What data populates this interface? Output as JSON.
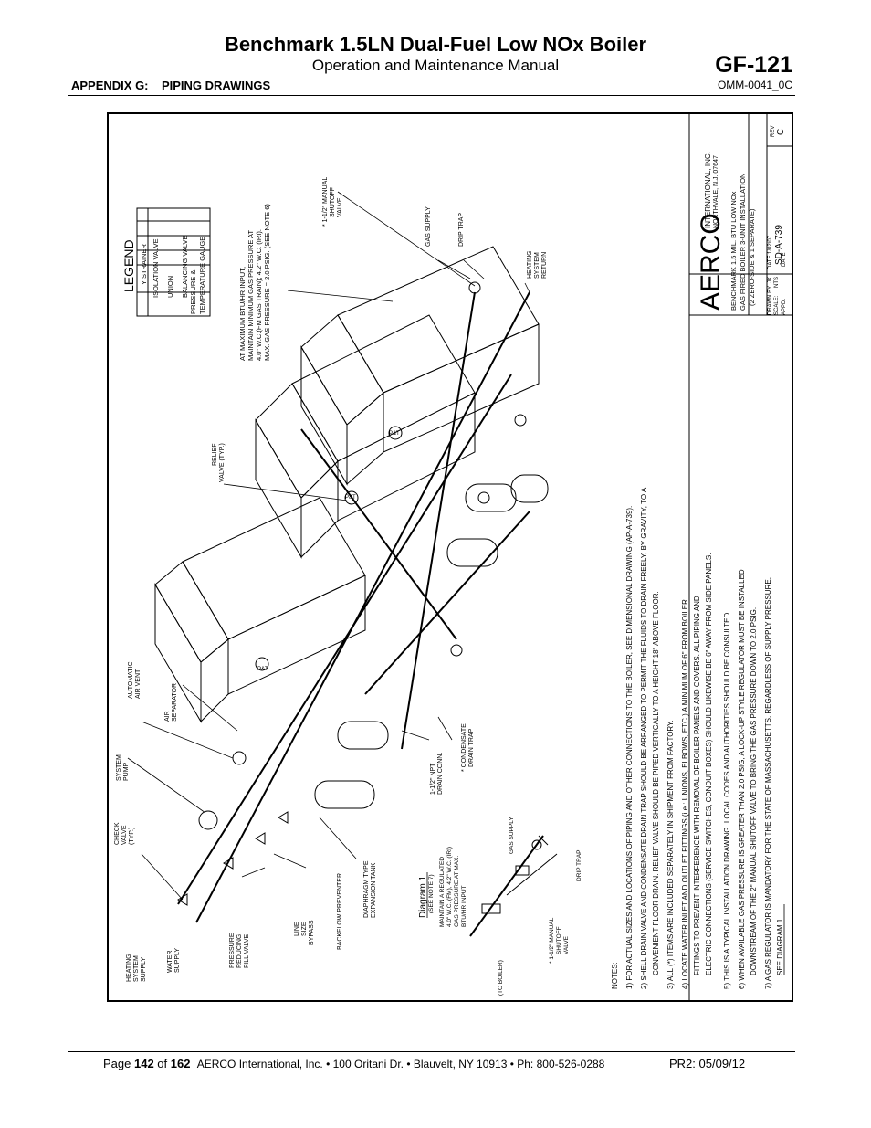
{
  "header": {
    "title": "Benchmark 1.5LN Dual-Fuel Low NOx Boiler",
    "subtitle": "Operation and Maintenance Manual",
    "doc_number": "GF-121",
    "appendix": "APPENDIX G:    PIPING DRAWINGS",
    "omm": "OMM-0041_0C"
  },
  "drawing": {
    "legend": {
      "title": "LEGEND",
      "items": [
        "Y STRAINER",
        "ISOLATION VALVE",
        "UNION",
        "BALANCING VALVE",
        "PRESSURE &",
        "TEMPERATURE GAUGE"
      ]
    },
    "title_block": {
      "brand": "AERCO",
      "company": "INTERNATIONAL, INC.",
      "address": "NORTHVALE, N.J. 07647",
      "desc1": "BENCHMARK 1.5 MIL. BTU LOW NOx",
      "desc2": "GAS FIRED BOILER 3-UNIT INSTALLATION",
      "desc3": "(2 ZERO-SIDE & 1 SEPARATE)",
      "drawing_no": "SD-A-739",
      "rev_label": "REV",
      "rev": "C",
      "drawn_by": "DRAWN BY",
      "drawn_by_value": "JK",
      "date_label": "DATE",
      "date_value": "1/02/07",
      "scale_label": "SCALE:",
      "scale_value": "NTS",
      "appd_label": "APPD.",
      "date2_label": "DATE"
    },
    "labels": {
      "gas_note1": "AT MAXIMUM BTU/HR INPUT,",
      "gas_note2": "MAINTAIN MINIMUM GAS PRESSURE AT",
      "gas_note3": "4.0\" W.C.(FM GAS TRAIN); 4.2\" W.C. (IRI).",
      "gas_note4": "MAX. GAS PRESSURE = 2.0 PSIG. (SEE NOTE 6)",
      "manual_shutoff1": "* 1-1/2\" MANUAL",
      "manual_shutoff2": "SHUTOFF",
      "manual_shutoff3": "VALVE",
      "gas_supply": "GAS SUPPLY",
      "drip_trap": "DRIP TRAP",
      "heating_return1": "HEATING",
      "heating_return2": "SYSTEM",
      "heating_return3": "RETURN",
      "relief1": "RELIEF",
      "relief2": "VALVE (TYP.)",
      "auto_vent1": "AUTOMATIC",
      "auto_vent2": "AIR VENT",
      "air_sep1": "AIR",
      "air_sep2": "SEPARATOR",
      "sys_pump1": "SYSTEM",
      "sys_pump2": "PUMP",
      "check1": "CHECK",
      "check2": "VALVE",
      "check3": "(TYP.)",
      "heat_supply1": "HEATING",
      "heat_supply2": "SYSTEM",
      "heat_supply3": "SUPPLY",
      "water1": "WATER",
      "water2": "SUPPLY",
      "prv1": "PRESSURE",
      "prv2": "REDUCING",
      "prv3": "FILL VALVE",
      "bypass1": "LINE",
      "bypass2": "SIZE",
      "bypass3": "BYPASS",
      "backflow": "BACKFLOW PREVENTER",
      "tank1": "DIAPHRAGM TYPE",
      "tank2": "EXPANSION TANK",
      "drain1": "1-1/2\" NPT",
      "drain2": "DRAIN CONN.",
      "cond1": "* CONDENSATE",
      "cond2": "DRAIN TRAP",
      "pt": "P&T"
    },
    "diagram1": {
      "title": "Diagram 1",
      "see_note": "(SEE NOTE 7)",
      "line1": "MAINTAIN A REGULATED",
      "line2": "4.0\" W.C. (FM), 4.2\" W.C. (IRI)",
      "line3": "GAS PRESSURE AT MAX.",
      "line4": "BTU/HR INPUT",
      "gas_supply": "GAS SUPPLY",
      "drip_trap": "DRIP TRAP",
      "shutoff1": "* 1-1/2\" MANUAL",
      "shutoff2": "SHUTOFF",
      "shutoff3": "VALVE",
      "to_boiler": "(TO BOILER)"
    },
    "notes": {
      "heading": "NOTES:",
      "lines": [
        "1) FOR ACTUAL SIZES AND LOCATIONS OF PIPING AND OTHER CONNECTIONS TO THE BOILER, SEE DIMENSIONAL DRAWING (AP-A-739).",
        "2) SHELL DRAIN VALVE AND CONDENSATE DRAIN TRAP SHOULD BE ARRANGED TO PERMIT THE FLUIDS TO DRAIN FREELY, BY GRAVITY, TO A",
        "CONVENIENT FLOOR DRAIN.  RELIEF VALVE SHOULD BE PIPED VERTICALLY TO A HEIGHT 18\" ABOVE FLOOR.",
        "3) ALL (*) ITEMS ARE INCLUDED SEPARATELY IN SHIPMENT FROM FACTORY.",
        "4) LOCATE WATER INLET AND OUTLET FITTINGS (i.e.: UNIONS, ELBOWS, ETC.) A MINIMUM OF 6\" FROM BOILER",
        "FITTINGS TO PREVENT INTERFERENCE WITH REMOVAL OF BOILER PANELS AND COVERS.  ALL PIPING AND",
        "ELECTRIC CONNECTIONS (SERVICE SWITCHES, CONDUIT BOXES) SHOULD LIKEWISE BE 6\" AWAY FROM SIDE PANELS.",
        "5) THIS IS A TYPICAL INSTALLATION DRAWING.  LOCAL CODES AND AUTHORITIES SHOULD BE CONSULTED.",
        "6) WHEN AVAILABLE GAS PRESSURE IS GREATER THAN 2.0 PSIG, A LOCK-UP STYLE REGULATOR MUST BE INSTALLED",
        "DOWNSTREAM OF THE 2\" MANUAL SHUTOFF VALVE TO BRING THE GAS PRESSURE DOWN TO 2.0 PSIG.",
        "7) A GAS REGULATOR IS MANDATORY FOR THE STATE OF MASSACHUSETTS, REGARDLESS OF SUPPLY PRESSURE.",
        "SEE DIAGRAM 1"
      ]
    }
  },
  "footer": {
    "page_prefix": "Page ",
    "page": "142",
    "of": " of ",
    "total": "162",
    "company": "AERCO International, Inc. • 100 Oritani Dr. •  Blauvelt, NY 10913 • Ph: 800-526-0288",
    "rev": "PR2: 05/09/12"
  }
}
